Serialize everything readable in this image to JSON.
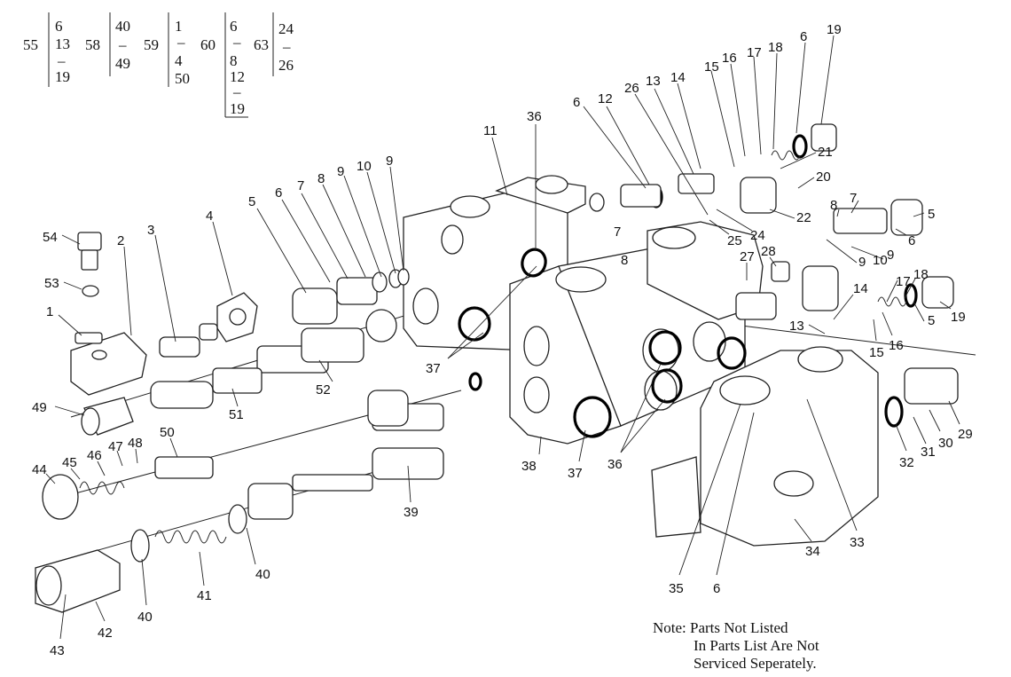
{
  "kits": [
    {
      "label": "55",
      "values": [
        "6",
        "13",
        "–",
        "19"
      ],
      "underlined": false
    },
    {
      "label": "58",
      "values": [
        "40",
        "–",
        "49"
      ],
      "underlined": false
    },
    {
      "label": "59",
      "values": [
        "1",
        "–",
        "4",
        "50"
      ],
      "underlined": false
    },
    {
      "label": "60",
      "values": [
        "6",
        "–",
        "8",
        "12",
        "–",
        "19"
      ],
      "underlined": true
    },
    {
      "label": "63",
      "values": [
        "24",
        "–",
        "26"
      ],
      "underlined": false
    }
  ],
  "callouts": [
    "1",
    "2",
    "3",
    "4",
    "5",
    "6",
    "7",
    "8",
    "9",
    "10",
    "9",
    "5",
    "6",
    "7",
    "8",
    "11",
    "36",
    "6",
    "12",
    "26",
    "13",
    "14",
    "15",
    "16",
    "17",
    "18",
    "6",
    "19",
    "21",
    "20",
    "22",
    "7",
    "8",
    "5",
    "6",
    "24",
    "25",
    "28",
    "27",
    "9",
    "10",
    "8",
    "9",
    "18",
    "17",
    "14",
    "6",
    "19",
    "13",
    "15",
    "16",
    "37",
    "52",
    "51",
    "49",
    "54",
    "53",
    "38",
    "37",
    "36",
    "29",
    "30",
    "31",
    "32",
    "33",
    "34",
    "35",
    "6",
    "39",
    "44",
    "45",
    "46",
    "47",
    "48",
    "50",
    "40",
    "41",
    "42",
    "43",
    "40"
  ],
  "note": {
    "line1": "Note: Parts Not Listed",
    "line2": "In Parts List Are Not",
    "line3": "Serviced Seperately."
  }
}
